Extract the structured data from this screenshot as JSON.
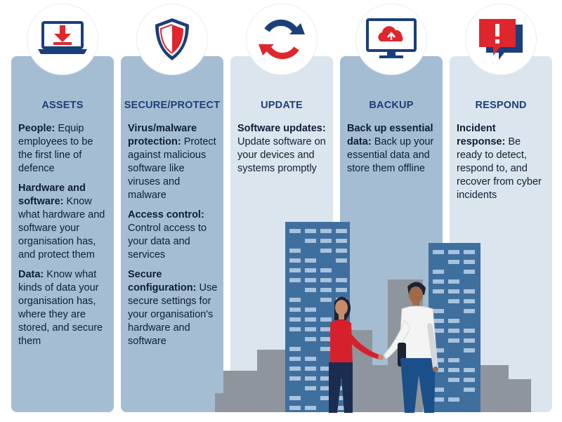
{
  "columns": [
    {
      "heading": "ASSETS",
      "icon": "laptop-download-icon",
      "entries": [
        {
          "title": "People:",
          "text": "Equip employees to be the first line of defence"
        },
        {
          "title": "Hardware and software:",
          "text": "Know what hardware and software your organisation has, and protect them"
        },
        {
          "title": "Data:",
          "text": "Know what kinds of data your organisation has, where they are stored, and secure them"
        }
      ]
    },
    {
      "heading": "SECURE/PROTECT",
      "icon": "shield-icon",
      "entries": [
        {
          "title": "Virus/malware protection:",
          "text": "Protect against malicious software like viruses and malware"
        },
        {
          "title": "Access control:",
          "text": "Control access to your data and services"
        },
        {
          "title": "Secure configuration:",
          "text": "Use secure settings for your organisation's hardware and software"
        }
      ]
    },
    {
      "heading": "UPDATE",
      "icon": "refresh-arrows-icon",
      "entries": [
        {
          "title": "Software updates:",
          "text": "Update software on your devices and systems promptly"
        }
      ]
    },
    {
      "heading": "BACKUP",
      "icon": "monitor-cloud-upload-icon",
      "entries": [
        {
          "title": "Back up essential data:",
          "text": "Back up your essential data and store them offline"
        }
      ]
    },
    {
      "heading": "RESPOND",
      "icon": "alert-speech-bubble-icon",
      "entries": [
        {
          "title": "Incident response:",
          "text": "Be ready to detect, respond to, and recover from cyber incidents"
        }
      ]
    }
  ],
  "colors": {
    "navy": "#1a3f7a",
    "red": "#e0262d",
    "panel_dark": "#a4bdd2",
    "panel_light": "#dbe5ee",
    "building_blue": "#3f6f9f",
    "building_grey": "#8e959c"
  }
}
